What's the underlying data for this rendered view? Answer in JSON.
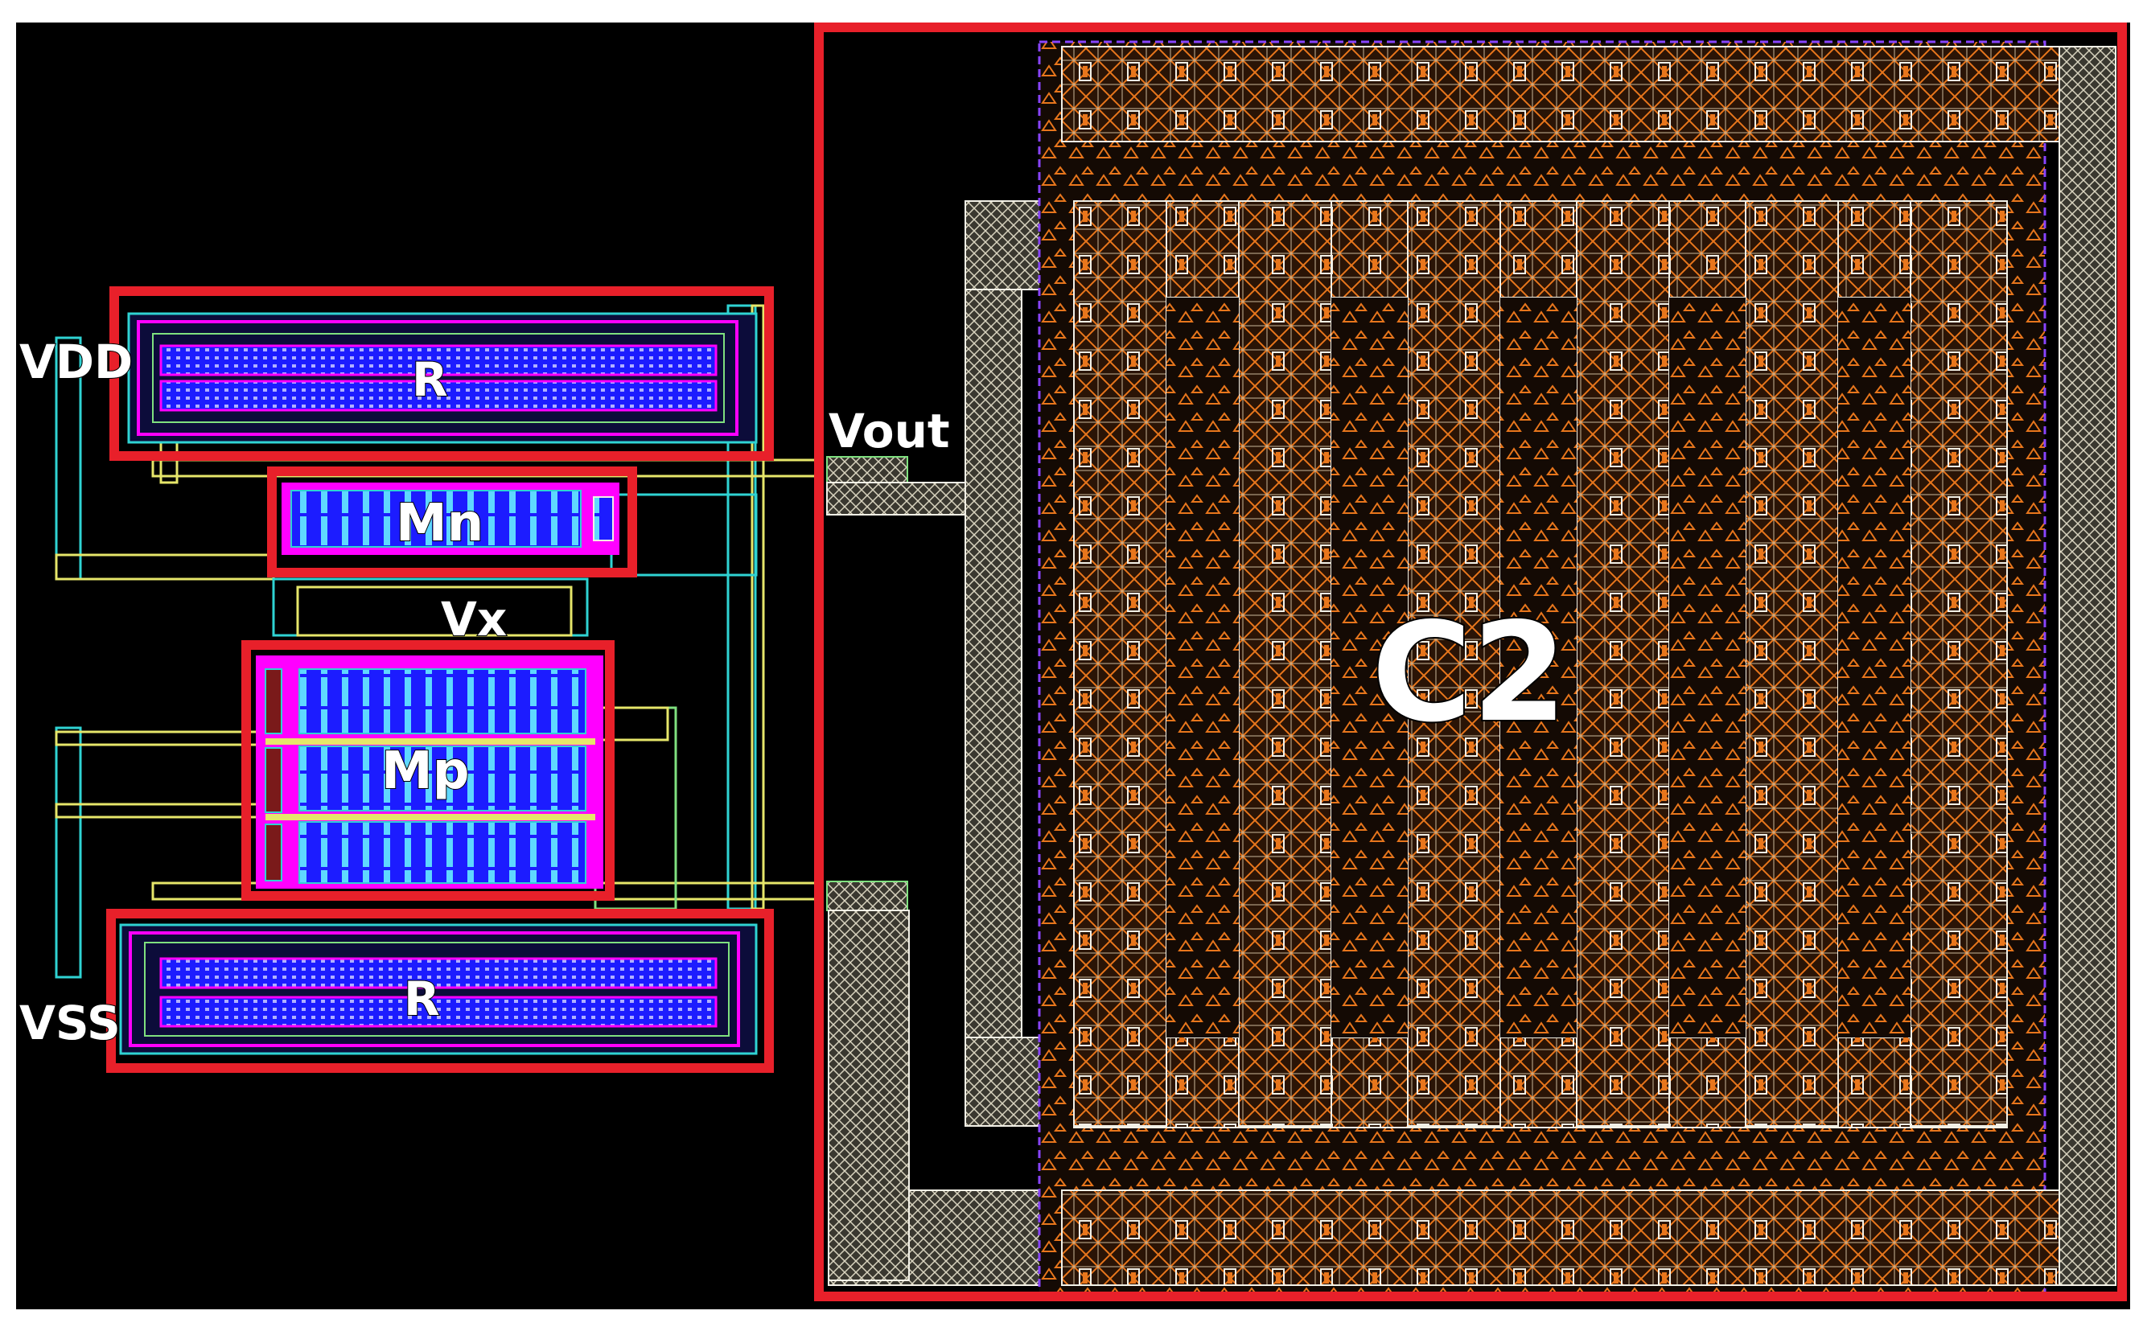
{
  "labels": {
    "vdd": "VDD",
    "vss": "VSS",
    "vout": "Vout",
    "vx": "Vx",
    "resistor_top": "R",
    "resistor_bottom": "R",
    "nmos": "Mn",
    "pmos": "Mp",
    "capacitor": "C2"
  },
  "colors": {
    "background": "#000000",
    "highlight_box": "#e8202a",
    "diffusion": "#1c1cff",
    "well": "#ff00ff",
    "metal1": "#2fd3d3",
    "metal2": "#e6e66a",
    "poly_contact": "#7fe07f",
    "cap_fill": "#e8761c",
    "cap_grid": "#e8dcc8",
    "guard_ring": "#d9d4bf",
    "label_text": "#ffffff"
  }
}
